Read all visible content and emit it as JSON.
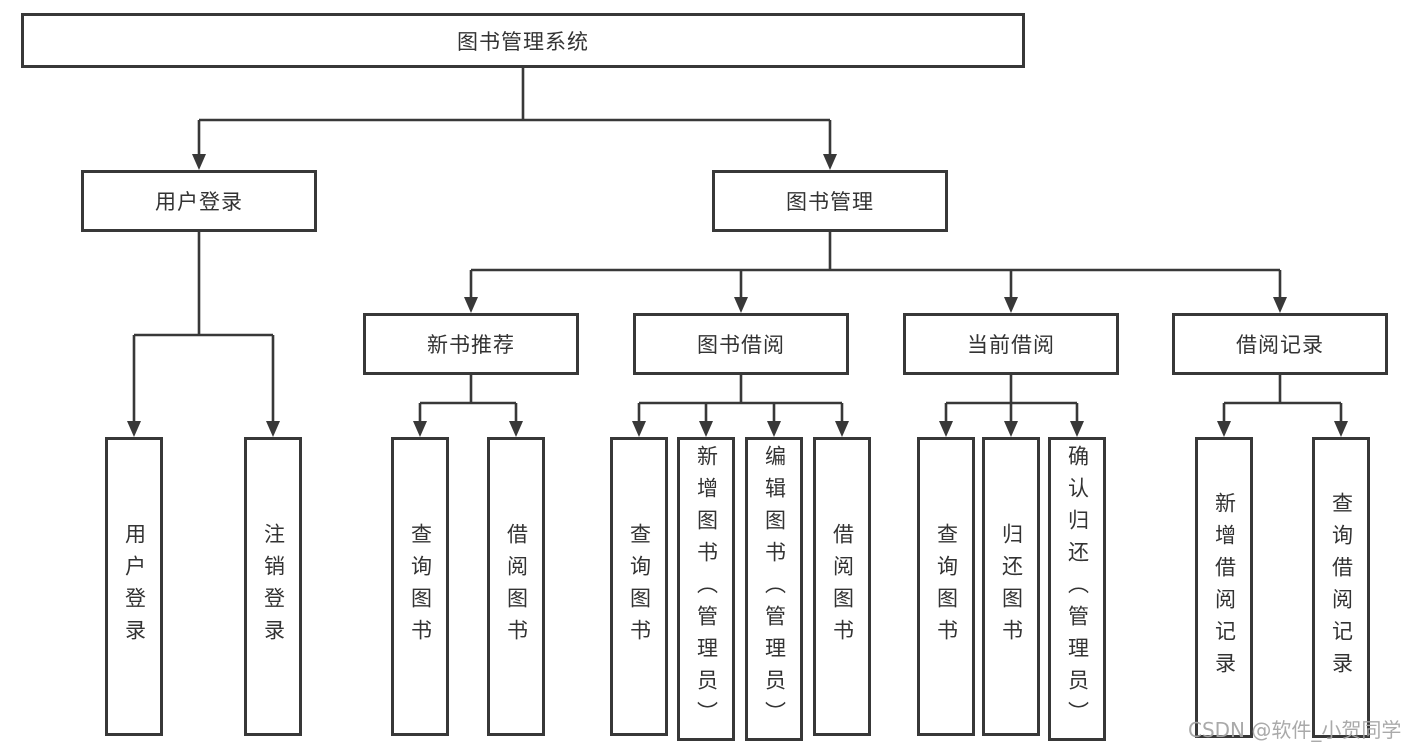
{
  "watermark": "CSDN @软件_小贺同学",
  "colors": {
    "line": "#383838",
    "box_border": "#383838",
    "text": "#333333",
    "watermark": "#a5a5a5",
    "background": "#ffffff"
  },
  "tree": {
    "label": "图书管理系统",
    "children": [
      {
        "label": "用户登录",
        "children": [
          {
            "label": "用户登录"
          },
          {
            "label": "注销登录"
          }
        ]
      },
      {
        "label": "图书管理",
        "children": [
          {
            "label": "新书推荐",
            "children": [
              {
                "label": "查询图书"
              },
              {
                "label": "借阅图书"
              }
            ]
          },
          {
            "label": "图书借阅",
            "children": [
              {
                "label": "查询图书"
              },
              {
                "label": "新增图书（管理员）"
              },
              {
                "label": "编辑图书（管理员）"
              },
              {
                "label": "借阅图书"
              }
            ]
          },
          {
            "label": "当前借阅",
            "children": [
              {
                "label": "查询图书"
              },
              {
                "label": "归还图书"
              },
              {
                "label": "确认归还（管理员）"
              }
            ]
          },
          {
            "label": "借阅记录",
            "children": [
              {
                "label": "新增借阅记录"
              },
              {
                "label": "查询借阅记录"
              }
            ]
          }
        ]
      }
    ]
  }
}
